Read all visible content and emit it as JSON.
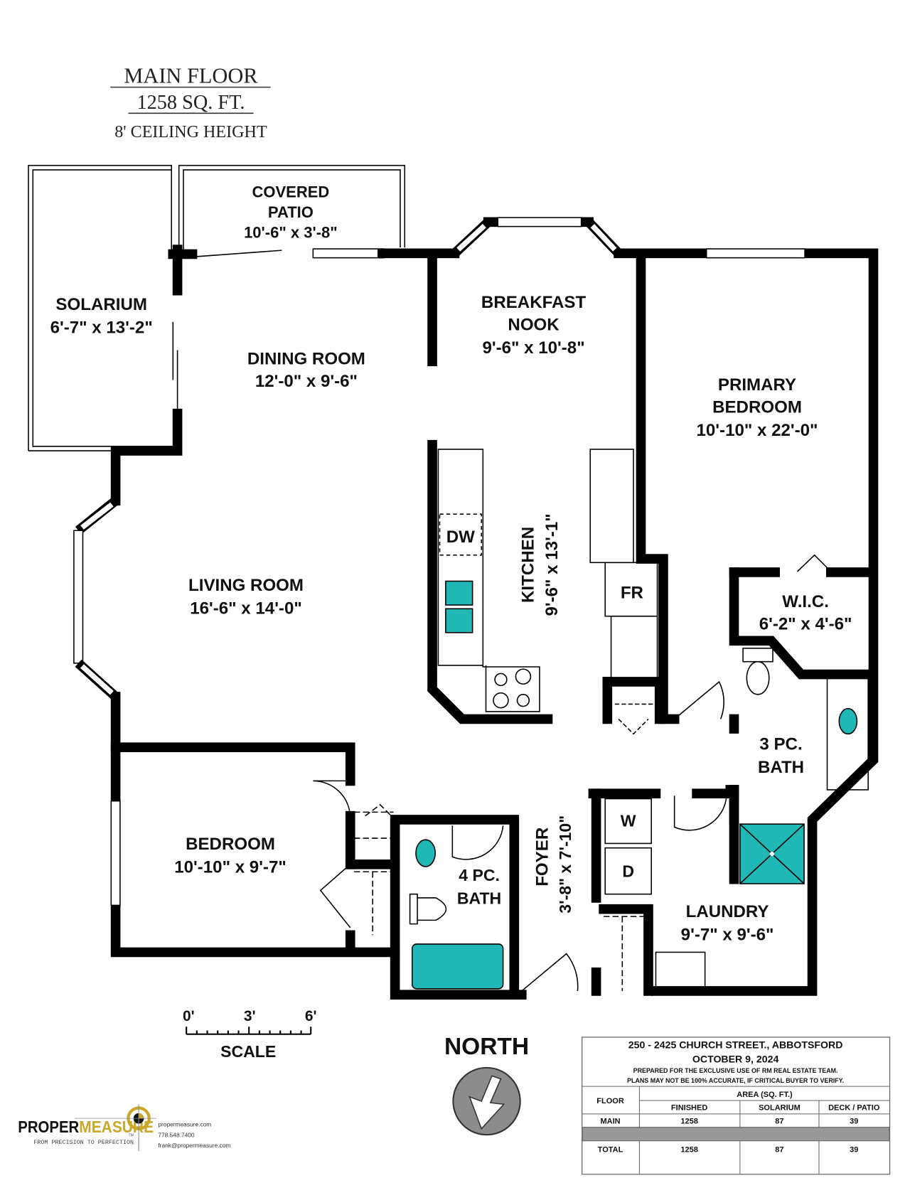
{
  "header": {
    "title": "MAIN FLOOR",
    "area": "1258 SQ. FT.",
    "ceiling": "8' CEILING HEIGHT"
  },
  "rooms": {
    "covered_patio": {
      "name1": "COVERED",
      "name2": "PATIO",
      "dims": "10'-6\" x 3'-8\""
    },
    "solarium": {
      "name": "SOLARIUM",
      "dims": "6'-7\" x 13'-2\""
    },
    "breakfast_nook": {
      "name1": "BREAKFAST",
      "name2": "NOOK",
      "dims": "9'-6\" x 10'-8\""
    },
    "dining_room": {
      "name": "DINING ROOM",
      "dims": "12'-0\" x 9'-6\""
    },
    "primary_bedroom": {
      "name1": "PRIMARY",
      "name2": "BEDROOM",
      "dims": "10'-10\" x 22'-0\""
    },
    "kitchen": {
      "name": "KITCHEN",
      "dims": "9'-6\" x 13'-1\""
    },
    "living_room": {
      "name": "LIVING ROOM",
      "dims": "16'-6\" x 14'-0\""
    },
    "wic": {
      "name": "W.I.C.",
      "dims": "6'-2\" x 4'-6\""
    },
    "bath3": {
      "name1": "3 PC.",
      "name2": "BATH"
    },
    "bedroom": {
      "name": "BEDROOM",
      "dims": "10'-10\" x 9'-7\""
    },
    "bath4": {
      "name1": "4 PC.",
      "name2": "BATH"
    },
    "foyer": {
      "name": "FOYER",
      "dims": "3'-8\" x 7'-10\""
    },
    "laundry": {
      "name": "LAUNDRY",
      "dims": "9'-7\" x 9'-6\""
    }
  },
  "fixtures": {
    "dw": "DW",
    "fr": "FR",
    "washer": "W",
    "dryer": "D"
  },
  "scale": {
    "ticks": [
      "0'",
      "3'",
      "6'"
    ],
    "label": "SCALE"
  },
  "compass": {
    "label": "NORTH"
  },
  "info": {
    "address": "250 - 2425 CHURCH STREET., ABBOTSFORD",
    "date": "OCTOBER 9, 2024",
    "note1": "PREPARED FOR THE EXCLUSIVE USE OF RM REAL ESTATE TEAM.",
    "note2": "PLANS MAY NOT BE 100% ACCURATE, IF CRITICAL BUYER TO VERIFY.",
    "floor_header": "FLOOR",
    "area_header": "AREA (SQ. FT.)",
    "columns": [
      "FINISHED",
      "SOLARIUM",
      "DECK / PATIO"
    ],
    "rows": [
      {
        "floor": "MAIN",
        "values": [
          "1258",
          "87",
          "39"
        ]
      },
      {
        "floor": "TOTAL",
        "values": [
          "1258",
          "87",
          "39"
        ]
      }
    ]
  },
  "logo": {
    "brand1": "PROPER",
    "brand2": "MEASURE",
    "tm": "TM",
    "tagline": "FROM PRECISION TO PERFECTION",
    "website": "propermeasure.com",
    "phone": "778.548.7400",
    "email": "frank@propermeasure.com"
  },
  "colors": {
    "fixture": "#1fb8b4",
    "logo_gold": "#c9a82a"
  }
}
